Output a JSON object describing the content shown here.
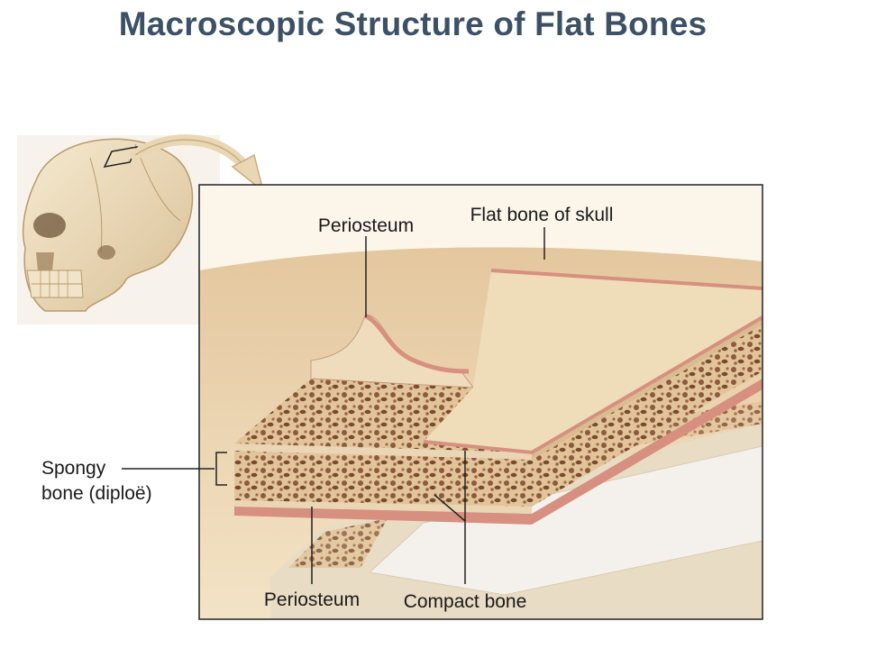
{
  "title": "Macroscopic Structure of Flat Bones",
  "labels": {
    "periosteum_top": "Periosteum",
    "flat_bone": "Flat bone of skull",
    "spongy_line1": "Spongy",
    "spongy_line2": "bone (diploë)",
    "periosteum_bottom": "Periosteum",
    "compact_bone": "Compact bone"
  },
  "icons": [
    "skull-illustration",
    "curved-arrow-icon"
  ],
  "colors": {
    "title": "#3d5166",
    "bone_surface": "#ecd4ae",
    "periosteum": "#d7907f",
    "spongy": "#8c5a3c"
  }
}
